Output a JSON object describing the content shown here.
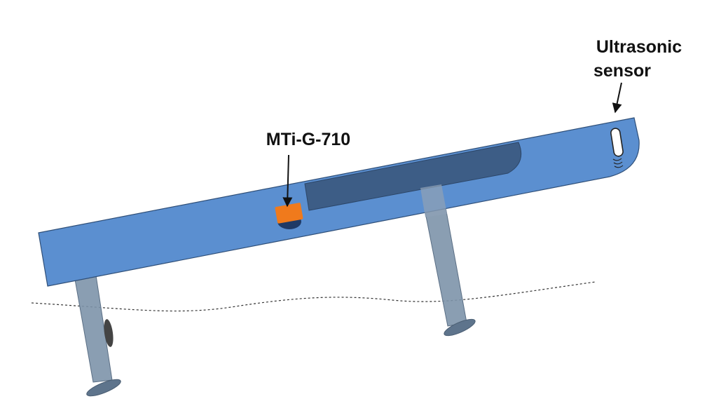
{
  "labels": {
    "imu": "MTi-G-710",
    "sensor_line1": "Ultrasonic",
    "sensor_line2": "sensor"
  },
  "colors": {
    "hull": "#5b8fd0",
    "hull_outline": "#2f4f78",
    "foil_panel": "#3d5d86",
    "strut": "#7d93aa",
    "strut_outline": "#5a6e84",
    "foil_plate": "#5e748c",
    "imu_body": "#f07a1c",
    "imu_base": "#1f3a66",
    "sensor_window": "#ffffff",
    "waterline": "#333333",
    "text": "#111111"
  },
  "icons": {
    "imu": "imu-box-icon",
    "sensor": "ultrasonic-sensor-icon",
    "waves": "sound-wave-icon"
  }
}
